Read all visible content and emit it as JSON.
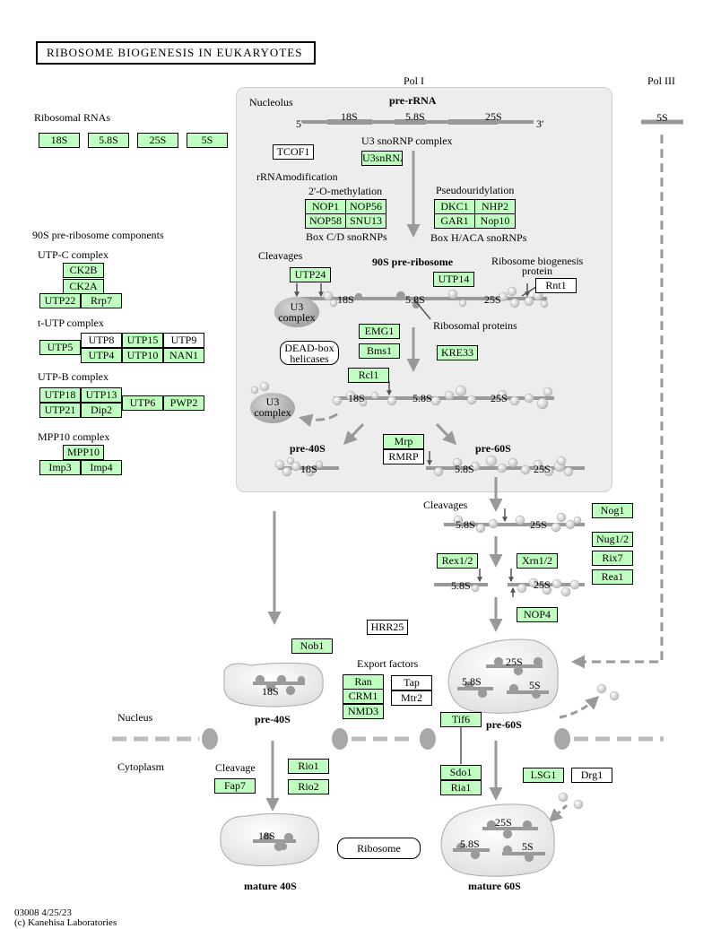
{
  "diagram": {
    "title": "RIBOSOME BIOGENESIS IN EUKARYOTES",
    "footer": {
      "code": "03008 4/25/23",
      "copyright": "(c) Kanehisa Laboratories"
    },
    "labels": {
      "pol1": "Pol I",
      "pol3": "Pol III",
      "nucleolus": "Nucleolus",
      "prerrna": "pre-rRNA",
      "five_prime": "5'",
      "three_prime": "3'",
      "r18s": "18S",
      "r58s": "5.8S",
      "r25s": "25S",
      "r5s": "5S",
      "ribosomal_rnas": "Ribosomal RNAs",
      "u3snornp": "U3 snoRNP  complex",
      "rrnamod": "rRNAmodification",
      "omethyl": "2'-O-methylation",
      "pseudo": "Pseudouridylation",
      "boxcd": "Box C/D snoRNPs",
      "boxhaca": "Box H/ACA snoRNPs",
      "components90s": "90S pre-ribosome components",
      "utpc": "UTP-C complex",
      "tutp": "t-UTP complex",
      "utpb": "UTP-B complex",
      "mpp10c": "MPP10 complex",
      "cleavages": "Cleavages",
      "pre90s": "90S pre-ribosome",
      "ribobiogen": "Ribosome biogenesis",
      "protein": "protein",
      "ribprot": "Ribosomal proteins",
      "u3": "U3",
      "complex": "complex",
      "deadbox1": "DEAD-box",
      "deadbox2": "helicases",
      "pre40s": "pre-40S",
      "pre60s": "pre-60S",
      "export": "Export factors",
      "nucleus": "Nucleus",
      "cytoplasm": "Cytoplasm",
      "cleavage": "Cleavage",
      "ribosome": "Ribosome",
      "mature40s": "mature 40S",
      "mature60s": "mature 60S"
    },
    "genes": {
      "b18s": "18S",
      "b58s": "5.8S",
      "b25s": "25S",
      "b5s": "5S",
      "tcof1": "TCOF1",
      "u3snrna": "U3snRNA",
      "nop1": "NOP1",
      "nop56": "NOP56",
      "nop58": "NOP58",
      "snu13": "SNU13",
      "dkc1": "DKC1",
      "nhp2": "NHP2",
      "gar1": "GAR1",
      "nop10": "Nop10",
      "ck2b": "CK2B",
      "ck2a": "CK2A",
      "utp22": "UTP22",
      "rrp7": "Rrp7",
      "utp5": "UTP5",
      "utp8": "UTP8",
      "utp15": "UTP15",
      "utp9": "UTP9",
      "utp4": "UTP4",
      "utp10": "UTP10",
      "nan1": "NAN1",
      "utp18": "UTP18",
      "utp13": "UTP13",
      "utp21": "UTP21",
      "dip2": "Dip2",
      "utp6": "UTP6",
      "pwp2": "PWP2",
      "mpp10": "MPP10",
      "imp3": "Imp3",
      "imp4": "Imp4",
      "utp24": "UTP24",
      "utp14": "UTP14",
      "rnt1": "Rnt1",
      "emg1": "EMG1",
      "bms1": "Bms1",
      "kre33": "KRE33",
      "rcl1": "Rcl1",
      "mrp": "Mrp",
      "rmrp": "RMRP",
      "nog1": "Nog1",
      "nug12": "Nug1/2",
      "rix7": "Rix7",
      "rea1": "Rea1",
      "rex12": "Rex1/2",
      "xrn12": "Xrn1/2",
      "nop4": "NOP4",
      "hrr25": "HRR25",
      "nob1": "Nob1",
      "ran": "Ran",
      "crm1": "CRM1",
      "nmd3": "NMD3",
      "tap": "Tap",
      "mtr2": "Mtr2",
      "tif6": "Tif6",
      "rio1": "Rio1",
      "rio2": "Rio2",
      "fap7": "Fap7",
      "sdo1": "Sdo1",
      "ria1": "Ria1",
      "lsg1": "LSG1",
      "drg1": "Drg1"
    }
  }
}
